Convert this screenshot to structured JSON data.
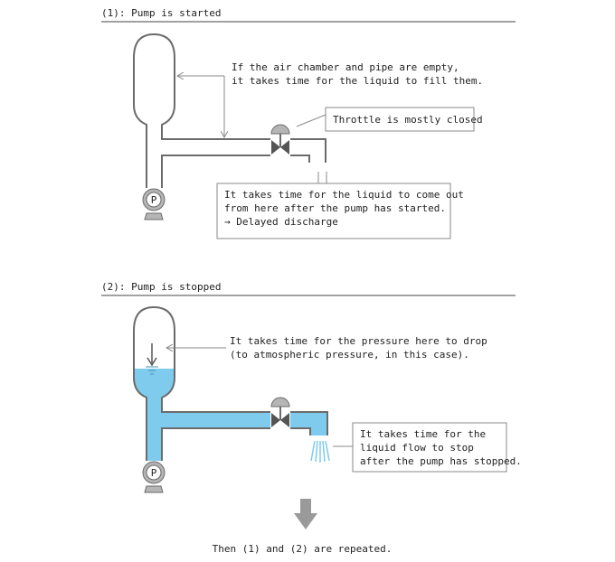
{
  "section1": {
    "heading": "(1): Pump is started",
    "air_note": [
      "If the air chamber and pipe are empty,",
      "it takes time for the liquid to fill them."
    ],
    "throttle_note": "Throttle is mostly closed",
    "delay_note": [
      "It takes time for the liquid to come out",
      "from here after the pump has started.",
      "→ Delayed discharge"
    ],
    "pump_label": "P"
  },
  "section2": {
    "heading": "(2): Pump is stopped",
    "pressure_note": [
      "It takes time for the pressure here to drop",
      "(to atmospheric pressure, in this case)."
    ],
    "flow_note": [
      "It takes time for the",
      "liquid flow to stop",
      "after the pump has stopped."
    ],
    "pump_label": "P"
  },
  "footer": "Then (1) and (2) are repeated.",
  "colors": {
    "water": "#7ecbed",
    "pipe": "#6b6b6b",
    "arrow": "#9a9a9a"
  }
}
